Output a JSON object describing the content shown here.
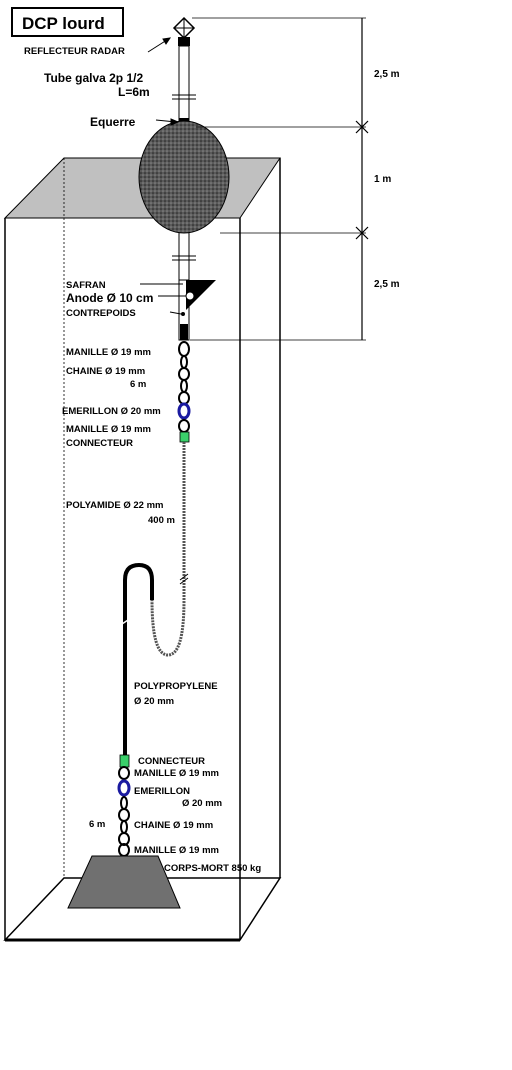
{
  "title": "DCP lourd",
  "labels": {
    "reflecteur": "REFLECTEUR RADAR",
    "tube_line1": "Tube galva 2p 1/2",
    "tube_line2": "L=6m",
    "equerre": "Equerre",
    "safran": "SAFRAN",
    "anode": "Anode Ø 10 cm",
    "contrepoids": "CONTREPOIDS",
    "manille_top": "MANILLE Ø 19 mm",
    "chaine_top": "CHAINE  Ø 19 mm",
    "chaine_top_len": "6 m",
    "emerillon_top": "EMERILLON Ø 20 mm",
    "manille_top2": "MANILLE Ø 19 mm",
    "connecteur_top": "CONNECTEUR",
    "polyamide": "POLYAMIDE Ø 22 mm",
    "polyamide_len": "400 m",
    "polypropylene": "POLYPROPYLENE",
    "polypropylene_dia": "Ø 20 mm",
    "connecteur_bot": "CONNECTEUR",
    "manille_bot": "MANILLE Ø 19 mm",
    "emerillon_bot": "EMERILLON",
    "emerillon_bot_dia": "Ø 20 mm",
    "chaine_bot_len": "6 m",
    "chaine_bot": "CHAINE  Ø 19 mm",
    "manille_bot2": "MANILLE Ø 19 mm",
    "corps_mort": "CORPS-MORT  850 kg"
  },
  "dimensions": {
    "top": "2,5 m",
    "middle": "1 m",
    "bottom": "2,5 m"
  },
  "colors": {
    "box_top": "#c0c0c0",
    "buoy": "#606060",
    "chain": "#000000",
    "swivel": "#1a1aa0",
    "connector": "#3ad06a",
    "anchor": "#707070"
  }
}
